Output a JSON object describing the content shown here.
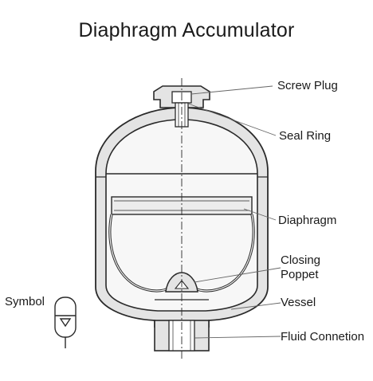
{
  "title": "Diaphragm Accumulator",
  "labels": {
    "screw_plug": "Screw Plug",
    "seal_ring": "Seal Ring",
    "diaphragm": "Diaphragm",
    "closing_poppet_line1": "Closing",
    "closing_poppet_line2": "Poppet",
    "vessel": "Vessel",
    "fluid_connection": "Fluid Connetion",
    "symbol": "Symbol"
  },
  "colors": {
    "outline": "#2a2a2a",
    "shell_fill": "#e4e4e4",
    "inner_fill": "#f7f7f7",
    "leader": "#666666"
  }
}
